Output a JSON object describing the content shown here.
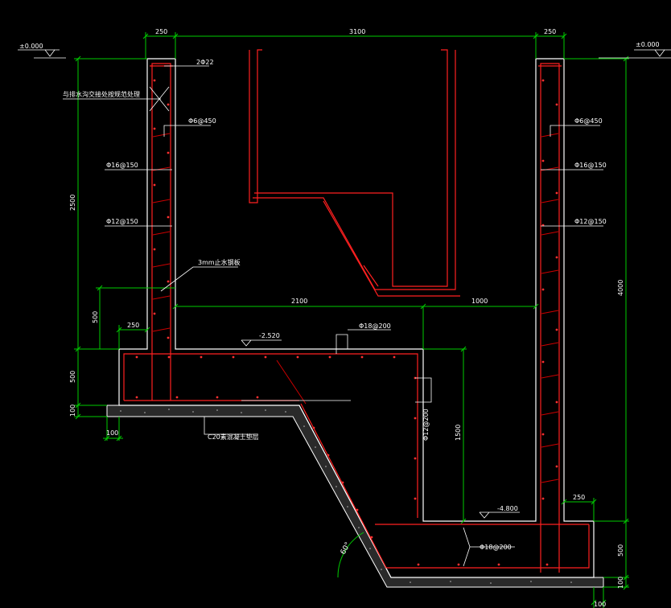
{
  "drawing": {
    "level_left": "±0.000",
    "level_right": "±0.000",
    "level_mid": "-2.520",
    "level_bottom": "-4.800",
    "angle": "60°"
  },
  "dimensions": {
    "top_left_wall": "250",
    "top_span": "3100",
    "top_right_wall": "250",
    "left_height": "2500",
    "left_step": "500",
    "left_base": "500",
    "left_pad": "100",
    "left_toe": "250",
    "left_bottom_pad": "100",
    "inner_span_left": "2100",
    "inner_span_right": "1000",
    "slope_height": "1500",
    "right_total": "4000",
    "right_base": "500",
    "right_pad": "100",
    "right_toe": "250",
    "right_bottom_pad": "100"
  },
  "labels": {
    "bar_top": "2Φ22",
    "note_left": "与排水沟交接处按规范处理",
    "stirrup_left": "Φ6@450",
    "bar_left_16": "Φ16@150",
    "bar_left_12": "Φ12@150",
    "waterstop": "3mm止水钢板",
    "stirrup_right": "Φ6@450",
    "bar_right_16": "Φ16@150",
    "bar_right_12": "Φ12@150",
    "bar_slab": "Φ18@200",
    "bar_vertical": "Φ12@200",
    "concrete": "C20素混凝土垫层",
    "bar_bottom": "Φ18@200"
  },
  "colors": {
    "background": "#000000",
    "wall": "#ffffff",
    "rebar": "#ff2020",
    "dimension": "#00cc00",
    "text": "#ffffff"
  }
}
